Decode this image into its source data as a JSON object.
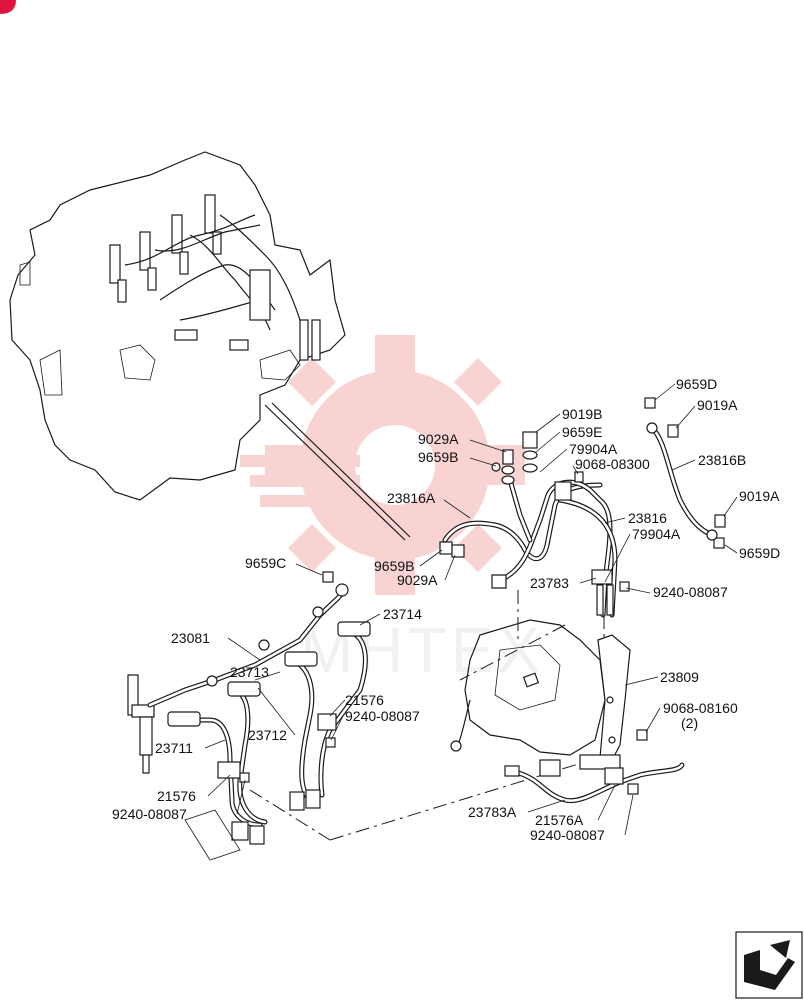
{
  "watermark": {
    "text": "MHTEX",
    "color": "#f08080"
  },
  "nav_icon": "return-arrow-icon",
  "accent_color": "#e0143c",
  "labels": {
    "l9659D_top": "9659D",
    "l9019A_top": "9019A",
    "l9019B": "9019B",
    "l9029A_top": "9029A",
    "l9659E": "9659E",
    "l79904A_top": "79904A",
    "l9659B_top": "9659B",
    "l9068_08300": "9068-08300",
    "l23816B": "23816B",
    "l9019A_right": "9019A",
    "l23816A": "23816A",
    "l23816": "23816",
    "l79904A_mid": "79904A",
    "l9659D_right": "9659D",
    "l9659C": "9659C",
    "l9659B_mid": "9659B",
    "l9029A_mid": "9029A",
    "l23783": "23783",
    "l9240_08087_a": "9240-08087",
    "l23714": "23714",
    "l23081": "23081",
    "l23809": "23809",
    "l23713": "23713",
    "l21576": "21576",
    "l9240_08087_b": "9240-08087",
    "l9068_08160": "9068-08160",
    "l9068_qty": "(2)",
    "l23712": "23712",
    "l23711": "23711",
    "l21576_b": "21576",
    "l9240_08087_c": "9240-08087",
    "l23783A": "23783A",
    "l21576A": "21576A",
    "l9240_08087_d": "9240-08087"
  }
}
